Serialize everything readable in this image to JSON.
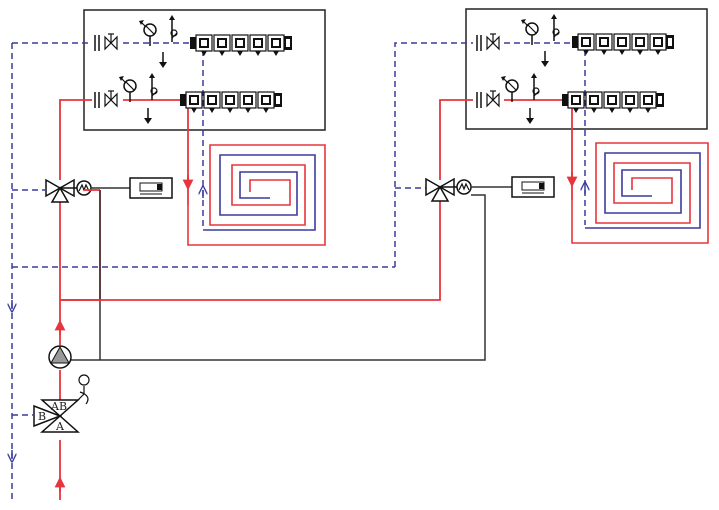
{
  "valve_ports": {
    "ab": "AB",
    "a": "A",
    "b": "B"
  },
  "colors": {
    "supply": "#e8353d",
    "return": "#3c3c9e",
    "control": "#333333",
    "box": "#222222",
    "pump_fill": "#999999"
  },
  "icons": {
    "pump": "circulation-pump-icon",
    "mixing_valve": "three-way-mixing-valve-icon",
    "actuator": "motor-actuator-icon",
    "controller": "room-thermostat-icon",
    "manifold": "floor-heating-manifold-icon",
    "loop": "underfloor-heating-loop-icon",
    "diverter": "three-way-diverter-valve-icon"
  }
}
